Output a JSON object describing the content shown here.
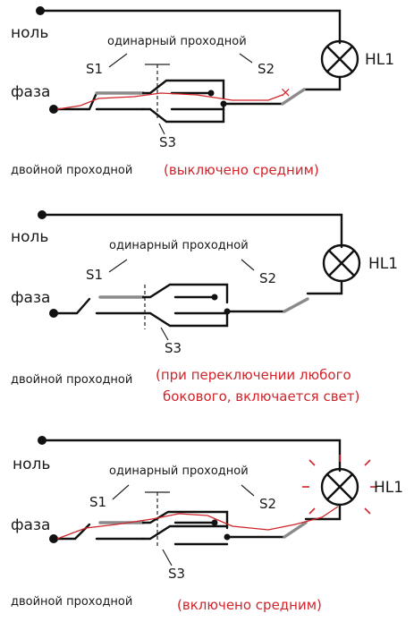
{
  "colors": {
    "wire": "#111111",
    "switch_gray": "#8a8a8a",
    "current": "#d0242b"
  },
  "panels": [
    {
      "null_label": "ноль",
      "phase_label": "фаза",
      "single_label": "одинарный проходной",
      "s1": "S1",
      "s2": "S2",
      "s3": "S3",
      "lamp": "HL1",
      "double_label": "двойной проходной",
      "note_lines": [
        "(выключено средним)"
      ],
      "lamp_on": false
    },
    {
      "null_label": "ноль",
      "phase_label": "фаза",
      "single_label": "одинарный проходной",
      "s1": "S1",
      "s2": "S2",
      "s3": "S3",
      "lamp": "HL1",
      "double_label": "двойной проходной",
      "note_lines": [
        "(при переключении любого",
        "бокового, включается свет)"
      ],
      "lamp_on": false
    },
    {
      "null_label": "ноль",
      "phase_label": "фаза",
      "single_label": "одинарный проходной",
      "s1": "S1",
      "s2": "S2",
      "s3": "S3",
      "lamp": "HL1",
      "double_label": "двойной проходной",
      "note_lines": [
        "(включено средним)"
      ],
      "lamp_on": true
    }
  ]
}
